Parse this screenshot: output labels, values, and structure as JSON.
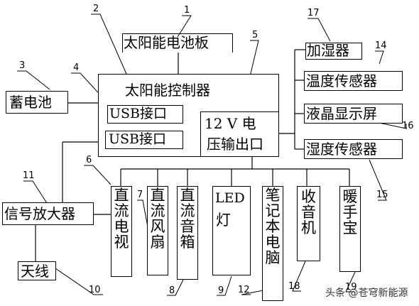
{
  "diagram": {
    "components": {
      "solar_panel": "太阳能电池板",
      "solar_controller": "太阳能控制器",
      "battery": "蓄电池",
      "usb_port_1": "USB接口",
      "usb_port_2": "USB接口",
      "output_line1": "12 V 电",
      "output_line2": "压输出口",
      "humidifier": "加湿器",
      "temp_sensor": "温度传感器",
      "lcd": "液晶显示屏",
      "humidity_sensor": "湿度传感器",
      "signal_amp": "信号放大器",
      "antenna": "天线",
      "dc_tv": "直流电视",
      "dc_fan": "直流风扇",
      "dc_speaker": "直流音箱",
      "led_lamp_1": "LED",
      "led_lamp_2": "灯",
      "laptop": "笔记本电脑",
      "radio": "收音机",
      "hand_warmer": "暖手宝"
    },
    "labels": {
      "n1": "1",
      "n2": "2",
      "n3": "3",
      "n4": "4",
      "n5": "5",
      "n6": "6",
      "n7": "7",
      "n8": "8",
      "n9": "9",
      "n10": "10",
      "n11": "11",
      "n12": "12",
      "n14": "14",
      "n15": "15",
      "n16": "16",
      "n17": "17",
      "n18": "18",
      "n19": "19"
    },
    "watermark": "头条 @苍穹新能源"
  }
}
